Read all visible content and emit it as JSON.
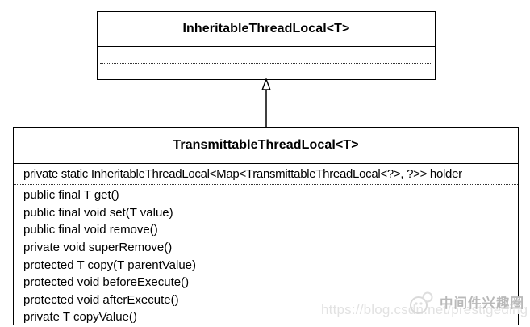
{
  "diagram": {
    "type": "uml-class-diagram",
    "relationship": {
      "type": "generalization",
      "from": "TransmittableThreadLocal<T>",
      "to": "InheritableThreadLocal<T>"
    },
    "parent_class": {
      "title": "InheritableThreadLocal<T>",
      "fields": [],
      "methods": []
    },
    "child_class": {
      "title": "TransmittableThreadLocal<T>",
      "fields": [
        "private static InheritableThreadLocal<Map<TransmittableThreadLocal<?>, ?>> holder"
      ],
      "methods": [
        "public final T get()",
        "public final void set(T value)",
        "public final void remove()",
        "private void superRemove()",
        "protected T copy(T parentValue)",
        "protected void beforeExecute()",
        "protected void afterExecute()",
        "private T copyValue()"
      ]
    }
  },
  "watermark": {
    "brand": "中间件兴趣圈",
    "url": "https://blog.csdn.net/prestigeding"
  },
  "colors": {
    "stroke": "#000000",
    "background": "#ffffff",
    "watermark_brand": "#b9b9b9",
    "watermark_url": "#e2e2e2",
    "watermark_logo": "#d9d9d9"
  }
}
